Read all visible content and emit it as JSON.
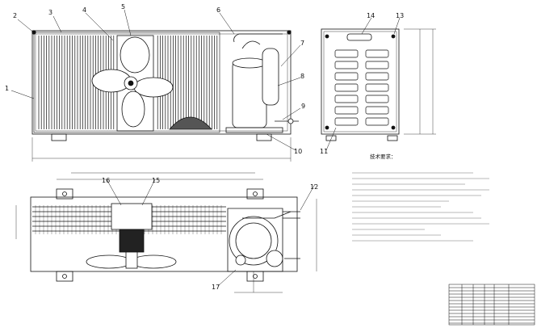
{
  "callouts": [
    "1",
    "2",
    "3",
    "4",
    "5",
    "6",
    "7",
    "8",
    "9",
    "10",
    "11",
    "12",
    "13",
    "14",
    "15",
    "16",
    "17"
  ],
  "technical_requirements_title": "技术要求："
}
